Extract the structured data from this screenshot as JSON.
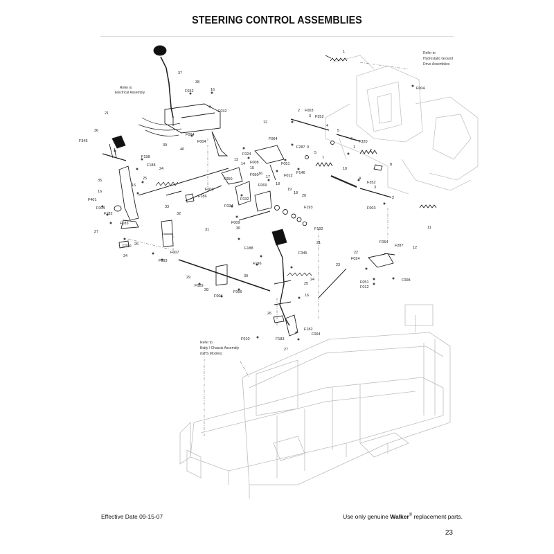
{
  "title": "STEERING CONTROL ASSEMBLIES",
  "notes": {
    "electrical": [
      "Refer to",
      "Electrical Assembly"
    ],
    "hydrostatic": [
      "Refer to",
      "Hydrostatic Ground",
      "Drive Assemblies"
    ],
    "chassis": [
      "Refer to",
      "Body / Chassis Assembly",
      "(GHS Models)"
    ]
  },
  "callouts": {
    "c1": "1",
    "c2": "2",
    "c3": "3",
    "c4": "4",
    "c5": "5",
    "c6": "6",
    "c7": "7",
    "c8": "8",
    "c9": "9",
    "c10": "10",
    "c11": "11",
    "c12": "12",
    "c13": "13",
    "c14": "14",
    "c15": "15",
    "c16": "16",
    "c17": "17",
    "c18": "18",
    "c19": "19",
    "c20": "20",
    "c21": "21",
    "c22": "22",
    "c23": "23",
    "c24": "24",
    "c25": "25",
    "c26": "26",
    "c27": "27",
    "c28": "28",
    "c29": "29",
    "c30": "30",
    "c31": "31",
    "c32": "32",
    "c33": "33",
    "c34": "34",
    "c35": "35",
    "c36": "36",
    "c37": "37",
    "c38": "38",
    "c39": "39",
    "c40": "40",
    "F003": "F003",
    "F004": "F004",
    "F007": "F007",
    "F008": "F008",
    "F009": "F009",
    "F010": "F010",
    "F012": "F012",
    "F024": "F024",
    "F029": "F029",
    "F032": "F032",
    "F034": "F034",
    "F050": "F050",
    "F051": "F051",
    "F064": "F064",
    "F066": "F066",
    "F069": "F069",
    "F093": "F093",
    "F146": "F146",
    "F182": "F182",
    "F183": "F183",
    "F186": "F186",
    "F188": "F188",
    "F192": "F192",
    "F193": "F193",
    "F196": "F196",
    "F198": "F198",
    "F287": "F287",
    "F320": "F320",
    "F345": "F345",
    "F352": "F352",
    "F401": "F401"
  },
  "footer": {
    "effective_date": "Effective Date 09-15-07",
    "tagline_pre": "Use only genuine",
    "brand": "Walker",
    "reg": "®",
    "tagline_post": "replacement parts.",
    "page_number": "23"
  }
}
